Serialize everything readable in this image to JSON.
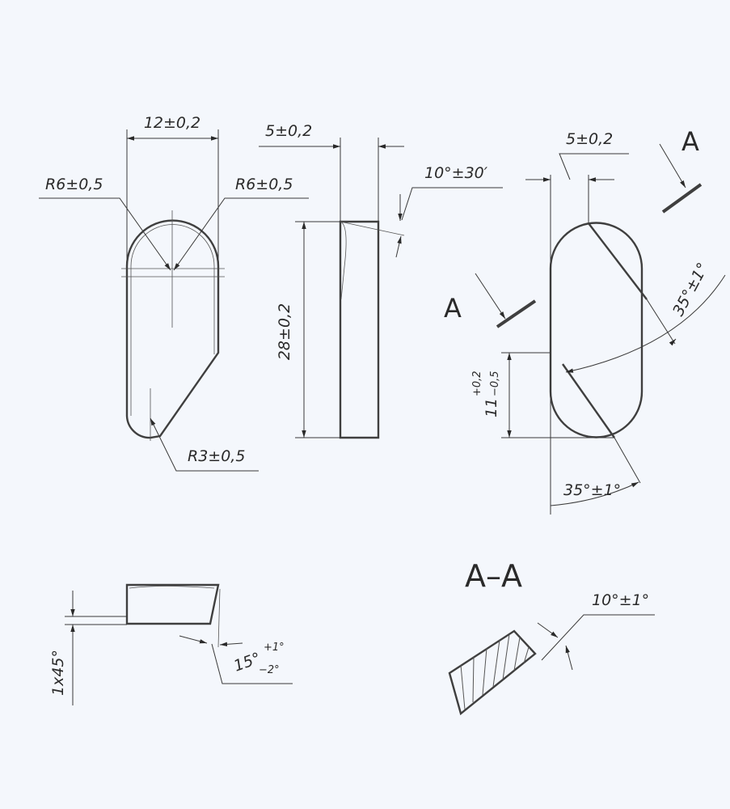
{
  "dimensions": {
    "width_12": "12±0,2",
    "radius_top_left": "R6±0,5",
    "radius_top_right": "R6±0,5",
    "radius_bottom": "R3±0,5",
    "thickness_side": "5±0,2",
    "height_28": "28±0,2",
    "taper_angle": "10°±30′",
    "thickness_front": "5±0,2",
    "angle_upper": "35°±1°",
    "angle_lower": "35°±1°",
    "offset_11": "11",
    "offset_11_plus": "+0,2",
    "offset_11_minus": "−0,5",
    "chamfer": "1x45°",
    "angle_15": "15°",
    "angle_15_plus": "+1°",
    "angle_15_minus": "−2°",
    "section_angle": "10°±1°"
  },
  "section": {
    "marker_upper": "A",
    "marker_lower": "A",
    "title": "A–A"
  }
}
